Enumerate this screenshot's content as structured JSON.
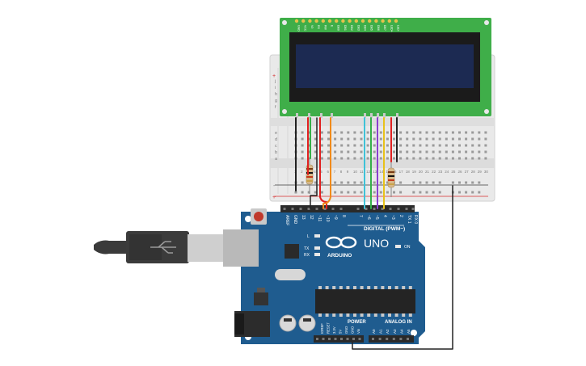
{
  "board": {
    "model_label": "UNO",
    "brand_label": "ARDUINO",
    "digital_header": "DIGITAL (PWM~)",
    "power_header": "POWER",
    "analog_header": "ANALOG IN",
    "top_pins": [
      "AREF",
      "GND",
      "13",
      "12",
      "~11",
      "~10",
      "~9",
      "8",
      "7",
      "~6",
      "~5",
      "4",
      "~3",
      "2",
      "TX 1",
      "RX 0"
    ],
    "power_pins": [
      "IOREF",
      "RESET",
      "3.3V",
      "5V",
      "GND",
      "GND",
      "Vin"
    ],
    "analog_pins": [
      "A0",
      "A1",
      "A2",
      "A3",
      "A4",
      "A5"
    ],
    "led_labels": [
      "L",
      "TX",
      "RX"
    ],
    "on_label": "ON"
  },
  "lcd": {
    "pin_labels": [
      "GND",
      "VCC",
      "V0",
      "RS",
      "RW",
      "E",
      "DB0",
      "DB1",
      "DB2",
      "DB3",
      "DB4",
      "DB5",
      "DB6",
      "DB7",
      "LED+",
      "LED-"
    ]
  },
  "breadboard": {
    "row_letters_top": [
      "j",
      "i",
      "h",
      "g",
      "f"
    ],
    "row_letters_bottom": [
      "e",
      "d",
      "c",
      "b",
      "a"
    ],
    "column_numbers": [
      "1",
      "2",
      "3",
      "4",
      "5",
      "6",
      "7",
      "8",
      "9",
      "10",
      "11",
      "12",
      "13",
      "14",
      "15",
      "16",
      "17",
      "18",
      "19",
      "20",
      "21",
      "22",
      "23",
      "24",
      "25",
      "26",
      "27",
      "28",
      "29",
      "30"
    ],
    "rail_plus": "+",
    "rail_minus": "-"
  },
  "colors": {
    "board_blue": "#1f5c8f",
    "lcd_green": "#40b14a",
    "lcd_screen": "#1a2648",
    "breadboard": "#e6e6e6",
    "wire_red": "#e02020",
    "wire_black": "#222222",
    "wire_orange": "#f08a1a",
    "wire_green": "#35b04a",
    "wire_cyan": "#3fc2d8",
    "wire_purple": "#8a3fd0",
    "wire_yellow": "#e8c21a"
  }
}
